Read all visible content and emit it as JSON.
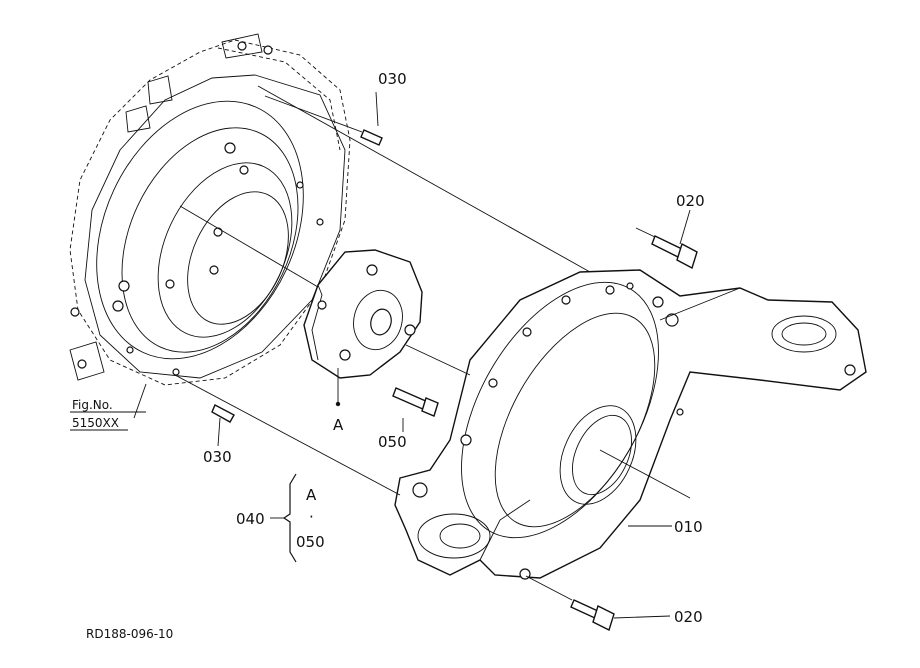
{
  "callouts": {
    "p030_top": "030",
    "p020_top": "020",
    "p050": "050",
    "p030_bottom": "030",
    "p040": "040",
    "p010": "010",
    "p020_bottom": "020",
    "ref_a": "A",
    "set_a": "A",
    "set_dot": "·",
    "set_050": "050"
  },
  "figref": {
    "line1": "Fig.No.",
    "line2": "5150XX"
  },
  "drawing_code": "RD188-096-10"
}
